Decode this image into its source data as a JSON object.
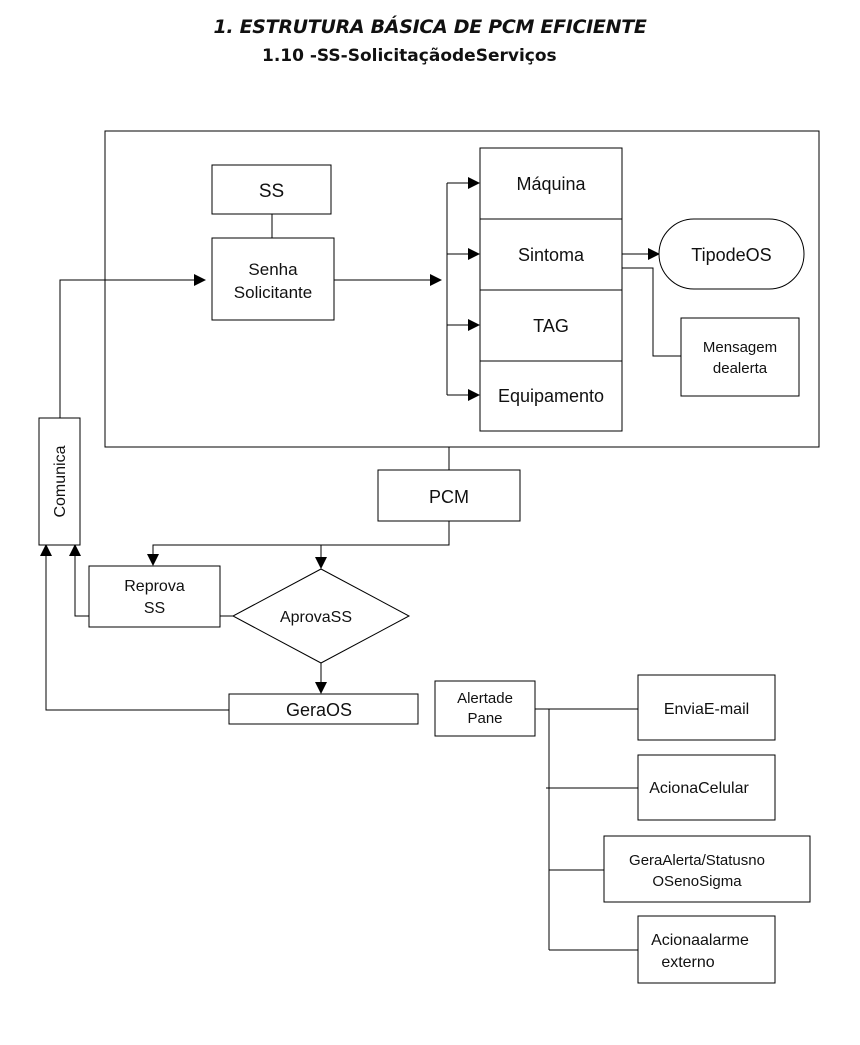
{
  "header": {
    "title": "1. ESTRUTURA BÁSICA DE PCM EFICIENTE",
    "subtitle": "1.10 -SS-SolicitaçãodeServiços"
  },
  "nodes": {
    "ss": "SS",
    "senha_line1": "Senha",
    "senha_line2": "Solicitante",
    "maquina": "Máquina",
    "sintoma": "Sintoma",
    "tag": "TAG",
    "equipamento": "Equipamento",
    "tipo_os": "TipodeOS",
    "mensagem_line1": "Mensagem",
    "mensagem_line2": "dealerta",
    "comunica": "Comunica",
    "pcm": "PCM",
    "reprova_line1": "Reprova",
    "reprova_line2": "SS",
    "aprova": "AprovaSS",
    "gera_os": "GeraOS",
    "alerta_line1": "Alertade",
    "alerta_line2": "Pane",
    "envia_email": "EnviaE-mail",
    "aciona_celular": "AcionaCelular",
    "gera_alerta_line1": "GeraAlerta/Statusno",
    "gera_alerta_line2": "OSenoSigma",
    "aciona_alarme_line1": "Acionaalarme",
    "aciona_alarme_line2": "externo"
  }
}
